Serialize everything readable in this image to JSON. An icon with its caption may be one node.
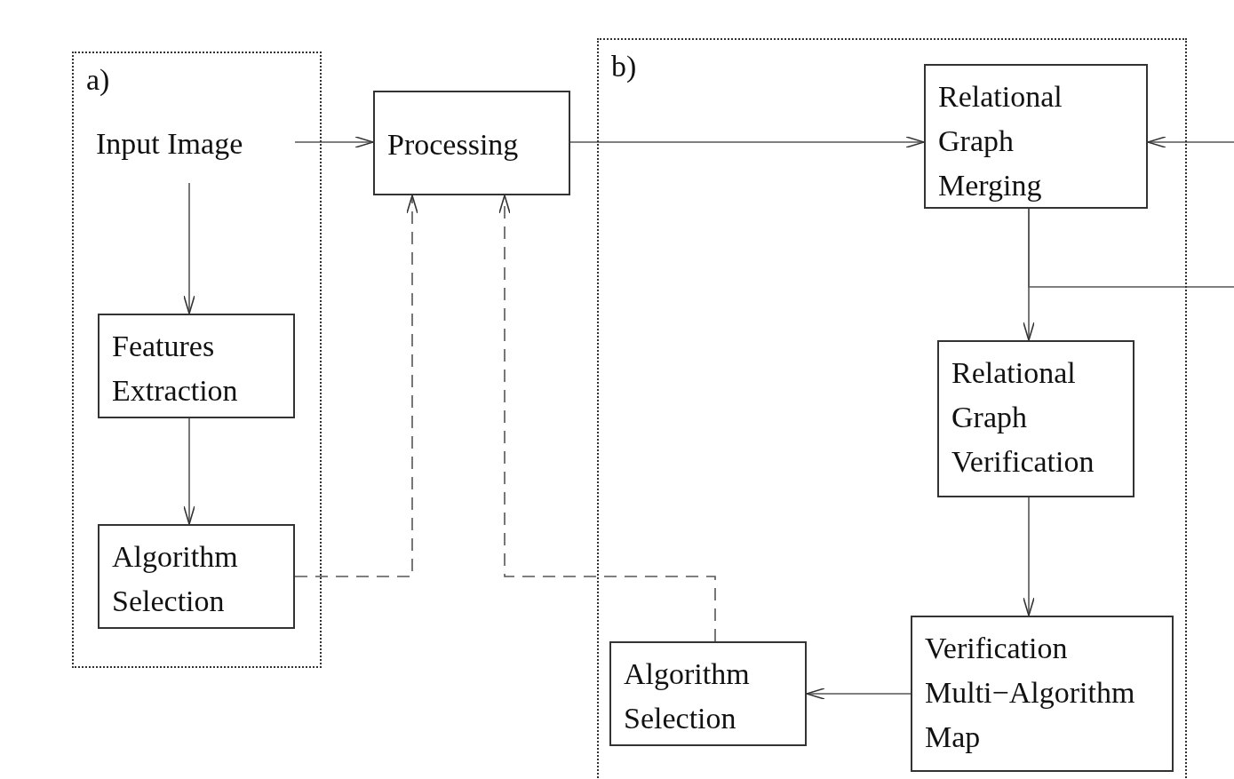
{
  "diagram": {
    "nodes": [
      {
        "text": [
          "a)"
        ]
      },
      {
        "text": [
          "Input Image"
        ],
        "in": 0
      },
      {
        "text": [
          "Features Extraction"
        ],
        "in": 0
      },
      {
        "text": [
          "Algorithm Selection"
        ],
        "in": 0
      },
      {
        "text": [
          "Processing"
        ]
      },
      {
        "text": [
          "b)"
        ]
      },
      {
        "text": [
          "Relational Graph Merging"
        ],
        "in": 5
      },
      {
        "text": [
          "Relational Graph Verification"
        ],
        "in": 5
      },
      {
        "text": [
          "Verification Multi−Algorithm Map"
        ],
        "in": 5
      },
      {
        "text": [
          "Algorithm Selection"
        ],
        "in": 5
      }
    ],
    "edges": [
      {
        "from": 1,
        "to": 4,
        "arrow": "to"
      },
      {
        "from": 1,
        "to": 2,
        "arrow": "to"
      },
      {
        "from": 2,
        "to": 3,
        "arrow": "to"
      },
      {
        "from": 3,
        "to": 4,
        "arrow": "to",
        "style": "dashed"
      },
      {
        "from": 9,
        "to": 4,
        "arrow": "to",
        "style": "dashed"
      },
      {
        "from": 4,
        "to": 6,
        "arrow": "to"
      },
      {
        "from": null,
        "to": 6,
        "arrow": "to"
      },
      {
        "from": 6,
        "to": 7,
        "arrow": "to"
      },
      {
        "from": 6,
        "to": null,
        "arrow": "none"
      },
      {
        "from": 7,
        "to": 8,
        "arrow": "to"
      },
      {
        "from": 8,
        "to": 9,
        "arrow": "to"
      }
    ]
  }
}
